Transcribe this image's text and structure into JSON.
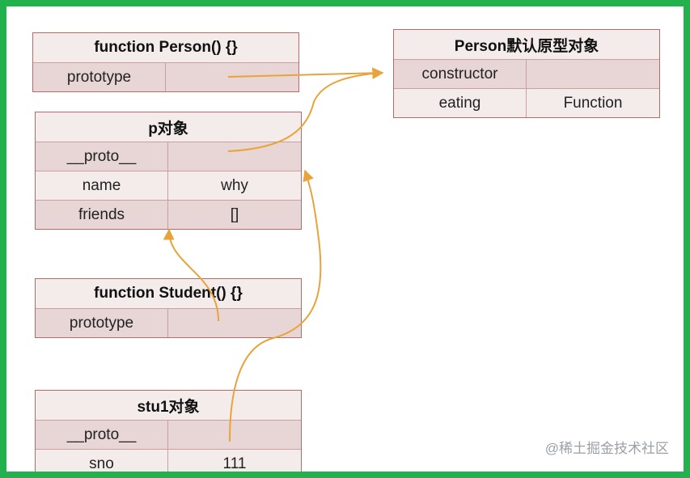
{
  "tables": {
    "person_fn": {
      "title": "function Person() {}",
      "rows": [
        {
          "key": "prototype",
          "value": ""
        }
      ]
    },
    "person_proto": {
      "title": "Person默认原型对象",
      "rows": [
        {
          "key": "constructor",
          "value": ""
        },
        {
          "key": "eating",
          "value": "Function"
        }
      ]
    },
    "p_obj": {
      "title": "p对象",
      "rows": [
        {
          "key": "__proto__",
          "value": ""
        },
        {
          "key": "name",
          "value": "why"
        },
        {
          "key": "friends",
          "value": "[]"
        }
      ]
    },
    "student_fn": {
      "title": "function Student() {}",
      "rows": [
        {
          "key": "prototype",
          "value": ""
        }
      ]
    },
    "stu1_obj": {
      "title": "stu1对象",
      "rows": [
        {
          "key": "__proto__",
          "value": ""
        },
        {
          "key": "sno",
          "value": "111"
        }
      ]
    }
  },
  "watermark": "@稀土掘金技术社区",
  "colors": {
    "frame": "#22b14c",
    "arrow": "#e8a33a",
    "border": "#b56b68",
    "shade": "#e7d6d5",
    "header": "#f3eceb"
  }
}
